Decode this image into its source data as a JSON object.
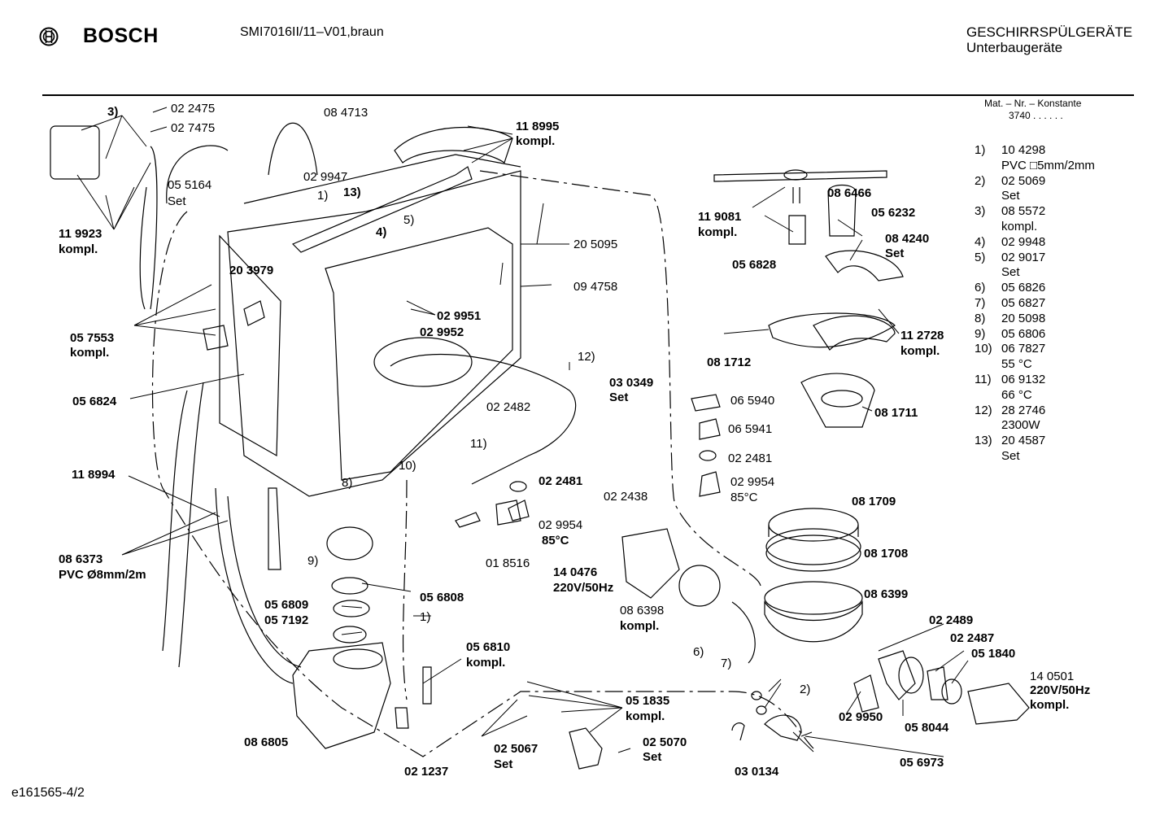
{
  "header": {
    "brand": "BOSCH",
    "model": "SMI7016II/11–V01,braun",
    "category_line1": "GESCHIRRSPÜLGERÄTE",
    "category_line2": "Unterbaugeräte"
  },
  "constants": {
    "heading": "Mat. – Nr. – Konstante",
    "value": "3740 . . . . . ."
  },
  "legend": [
    {
      "n": "1)",
      "l1": "10 4298",
      "l2": "PVC □5mm/2mm"
    },
    {
      "n": "2)",
      "l1": "02 5069",
      "l2": "Set"
    },
    {
      "n": "3)",
      "l1": "08 5572",
      "l2": "kompl."
    },
    {
      "n": "4)",
      "l1": "02 9948",
      "l2": ""
    },
    {
      "n": "5)",
      "l1": "02 9017",
      "l2": "Set"
    },
    {
      "n": "6)",
      "l1": "05 6826",
      "l2": ""
    },
    {
      "n": "7)",
      "l1": "05 6827",
      "l2": ""
    },
    {
      "n": "8)",
      "l1": "20 5098",
      "l2": ""
    },
    {
      "n": "9)",
      "l1": "05 6806",
      "l2": ""
    },
    {
      "n": "10)",
      "l1": "06 7827",
      "l2": "55 °C"
    },
    {
      "n": "11)",
      "l1": "06 9132",
      "l2": "66 °C"
    },
    {
      "n": "12)",
      "l1": "28 2746",
      "l2": "2300W"
    },
    {
      "n": "13)",
      "l1": "20 4587",
      "l2": "Set"
    }
  ],
  "labels": {
    "l3": "3)",
    "p022475": "02 2475",
    "p027475": "02 7475",
    "p084713": "08 4713",
    "p118995": "11 8995",
    "kompl_a": "kompl.",
    "p055164": "05 5164",
    "set_a": "Set",
    "p029947": "02 9947",
    "l1a": "1)",
    "l13": "13)",
    "l4": "4)",
    "l5": "5)",
    "p119923": "11 9923",
    "kompl_b": "kompl.",
    "p203979": "20 3979",
    "p205095": "20 5095",
    "p094758": "09 4758",
    "p029951": "02 9951",
    "p029952": "02 9952",
    "p057553": "05 7553",
    "kompl_c": "kompl.",
    "l12": "12)",
    "p056824": "05 6824",
    "p030349": "03 0349",
    "set_b": "Set",
    "p022482": "02 2482",
    "l11": "11)",
    "l10": "10)",
    "l8": "8)",
    "p118994": "11 8994",
    "p022481a": "02 2481",
    "p022438": "02 2438",
    "p029954a": "02 9954",
    "c85a": "85°C",
    "p018516": "01 8516",
    "p086373": "08 6373",
    "pvc8": "PVC Ø8mm/2m",
    "l9": "9)",
    "p056808": "05 6808",
    "p056809": "05 6809",
    "p057192": "05 7192",
    "l1b": "1)",
    "p140476": "14 0476",
    "v220a": "220V/50Hz",
    "p086398": "08 6398",
    "kompl_d": "kompl.",
    "p056810": "05 6810",
    "kompl_e": "kompl.",
    "l6": "6)",
    "l7": "7)",
    "p051835": "05 1835",
    "kompl_f": "kompl.",
    "p086805": "08 6805",
    "p025067": "02 5067",
    "set_c": "Set",
    "p025070": "02 5070",
    "set_d": "Set",
    "p021237": "02 1237",
    "l2": "2)",
    "p030134": "03 0134",
    "p086466": "08 6466",
    "p119081": "11 9081",
    "kompl_g": "kompl.",
    "p056232": "05 6232",
    "p084240": "08 4240",
    "set_e": "Set",
    "p056828": "05 6828",
    "p112728": "11 2728",
    "kompl_h": "kompl.",
    "p081712": "08 1712",
    "p081711": "08 1711",
    "p065940": "06 5940",
    "p065941": "06 5941",
    "p022481b": "02 2481",
    "p029954b": "02 9954",
    "c85b": "85°C",
    "p081709": "08 1709",
    "p081708": "08 1708",
    "p086399": "08 6399",
    "p022489": "02 2489",
    "p022487": "02 2487",
    "p051840": "05 1840",
    "p140501": "14 0501",
    "v220b": "220V/50Hz",
    "kompl_i": "kompl.",
    "p029950": "02 9950",
    "p058044": "05 8044",
    "p056973": "05 6973"
  },
  "footer": "e161565-4/2"
}
